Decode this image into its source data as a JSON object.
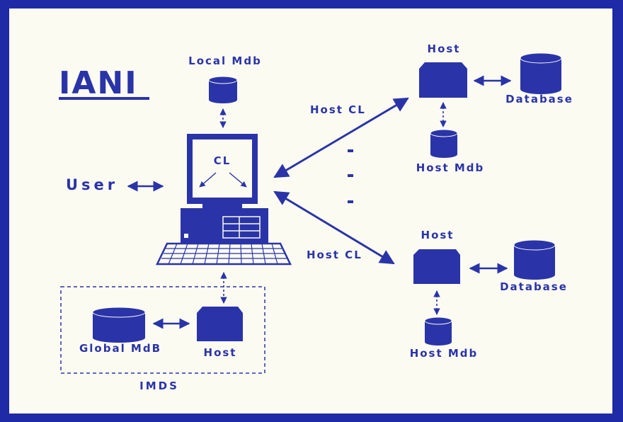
{
  "colors": {
    "ink": "#2a34a8",
    "frame": "#1f2aa6",
    "paper": "#fbfbf2",
    "shadow": "#c9cbe3"
  },
  "title": "IANI",
  "labels": {
    "local_mdb": "Local Mdb",
    "cl": "CL",
    "user": "User",
    "host_cl_top": "Host CL",
    "host_cl_bottom": "Host CL",
    "host_top": "Host",
    "database_top": "Database",
    "host_mdb_top": "Host Mdb",
    "host_bottom": "Host",
    "database_bottom": "Database",
    "host_mdb_bottom": "Host Mdb",
    "global_mdb": "Global MdB",
    "imds_host": "Host",
    "imds": "IMDS"
  },
  "icons": {
    "workstation": "computer-workstation-icon",
    "database": "database-cylinder-icon",
    "host": "host-box-icon"
  }
}
